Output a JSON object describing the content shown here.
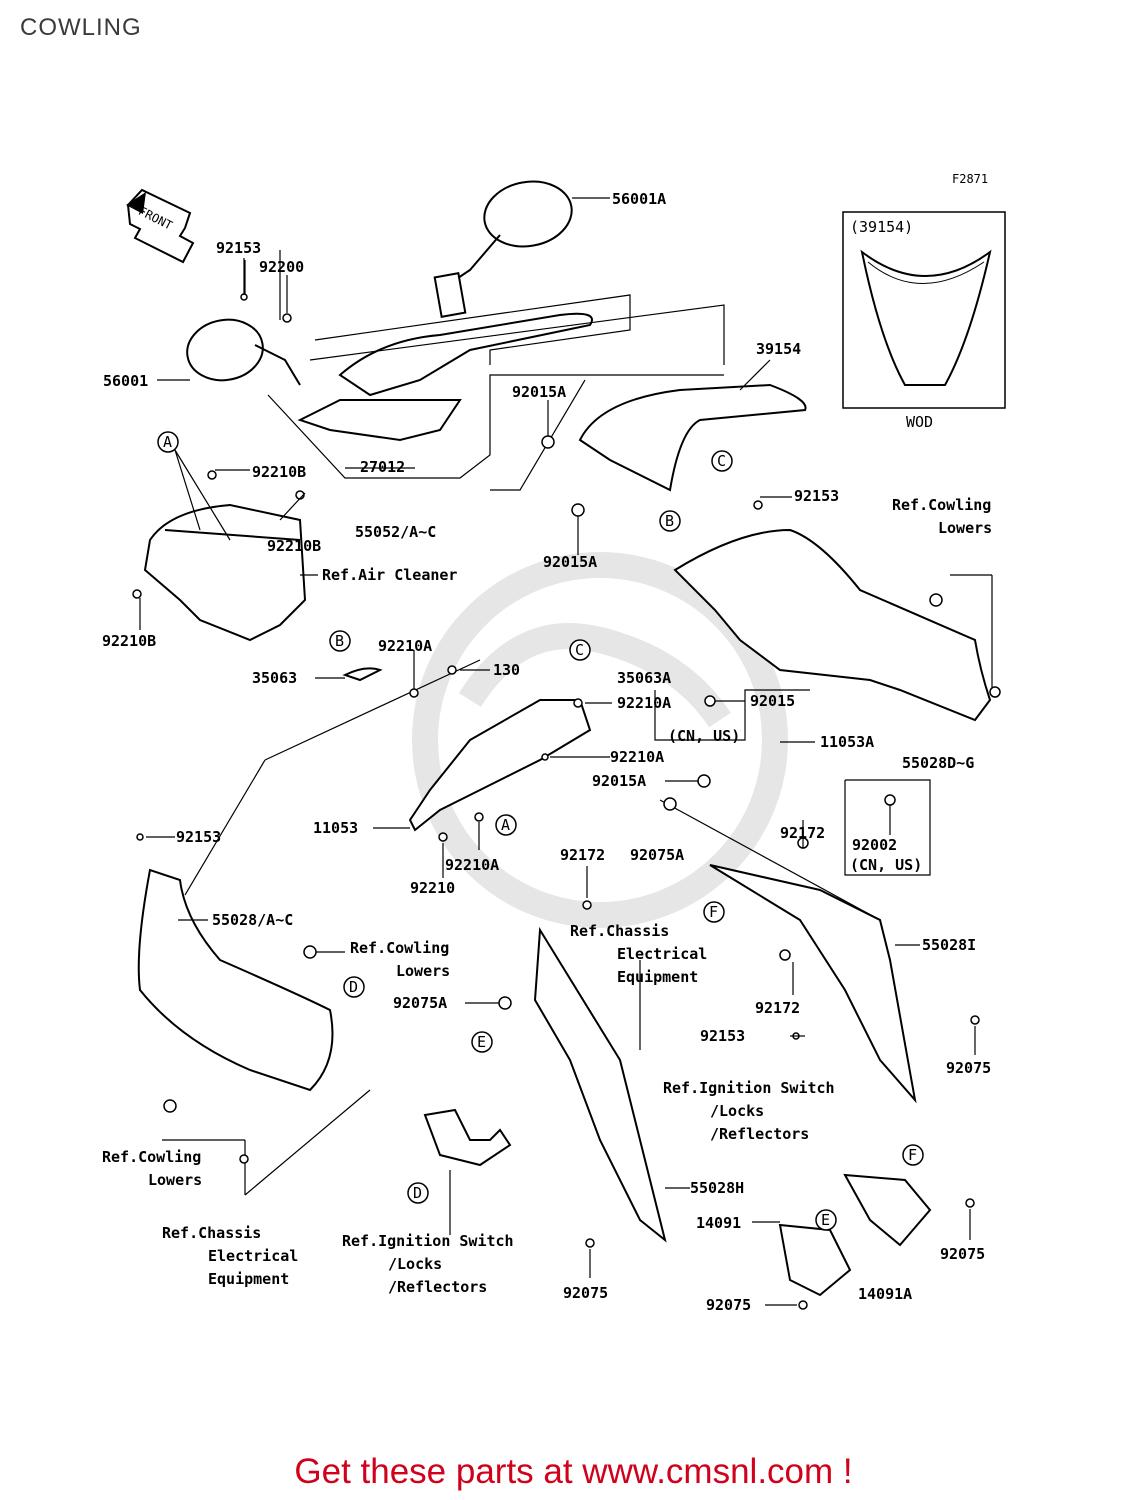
{
  "title": "COWLING",
  "figure_code": "F2871",
  "front_arrow": "FRONT",
  "callouts": [
    "A",
    "B",
    "C",
    "D",
    "E",
    "F"
  ],
  "parts": {
    "p56001A": "56001A",
    "p56001": "56001",
    "p92153_a": "92153",
    "p92200": "92200",
    "p39154": "39154",
    "p92015A_a": "92015A",
    "p92015A_b": "92015A",
    "p92210B_a": "92210B",
    "p92210B_b": "92210B",
    "p92210B_c": "92210B",
    "p27012": "27012",
    "p55052": "55052/A~C",
    "p92153_b": "92153",
    "p35063": "35063",
    "p92210A_a": "92210A",
    "p130": "130",
    "p35063A": "35063A",
    "p92210A_b": "92210A",
    "p92015": "92015",
    "p11053A": "11053A",
    "p92210A_c": "92210A",
    "p92015A_c": "92015A",
    "p55028DG": "55028D~G",
    "p11053": "11053",
    "p92210A_d": "92210A",
    "p92210": "92210",
    "p92172_a": "92172",
    "p92075A_a": "92075A",
    "p92172_b": "92172",
    "p92002": "92002",
    "p92153_c": "92153",
    "p55028AC": "55028/A~C",
    "p550281": "55028I",
    "p92075A_b": "92075A",
    "p92172_c": "92172",
    "p92153_d": "92153",
    "p92075_a": "92075",
    "p55028H": "55028H",
    "p14091": "14091",
    "p92075_b": "92075",
    "p92075_c": "92075",
    "p14091A": "14091A",
    "p92075_d": "92075"
  },
  "notes": {
    "cn_us_1": "(CN, US)",
    "cn_us_2": "(CN, US)",
    "inset_part": "(39154)",
    "inset_label": "WOD",
    "ref_cowling_lowers_1_l1": "Ref.Cowling",
    "ref_cowling_lowers_1_l2": "Lowers",
    "ref_air_cleaner": "Ref.Air Cleaner",
    "ref_cowling_lowers_2_l1": "Ref.Cowling",
    "ref_cowling_lowers_2_l2": "Lowers",
    "ref_chassis_1_l1": "Ref.Chassis",
    "ref_chassis_1_l2": "Electrical",
    "ref_chassis_1_l3": "Equipment",
    "ref_ignition_1_l1": "Ref.Ignition Switch",
    "ref_ignition_1_l2": "/Locks",
    "ref_ignition_1_l3": "/Reflectors",
    "ref_cowling_lowers_3_l1": "Ref.Cowling",
    "ref_cowling_lowers_3_l2": "Lowers",
    "ref_chassis_2_l1": "Ref.Chassis",
    "ref_chassis_2_l2": "Electrical",
    "ref_chassis_2_l3": "Equipment",
    "ref_ignition_2_l1": "Ref.Ignition Switch",
    "ref_ignition_2_l2": "/Locks",
    "ref_ignition_2_l3": "/Reflectors"
  },
  "footer": "Get these parts at www.cmsnl.com !",
  "colors": {
    "footer": "#d0021b",
    "line": "#000000",
    "watermark": "#e8e8e8"
  }
}
